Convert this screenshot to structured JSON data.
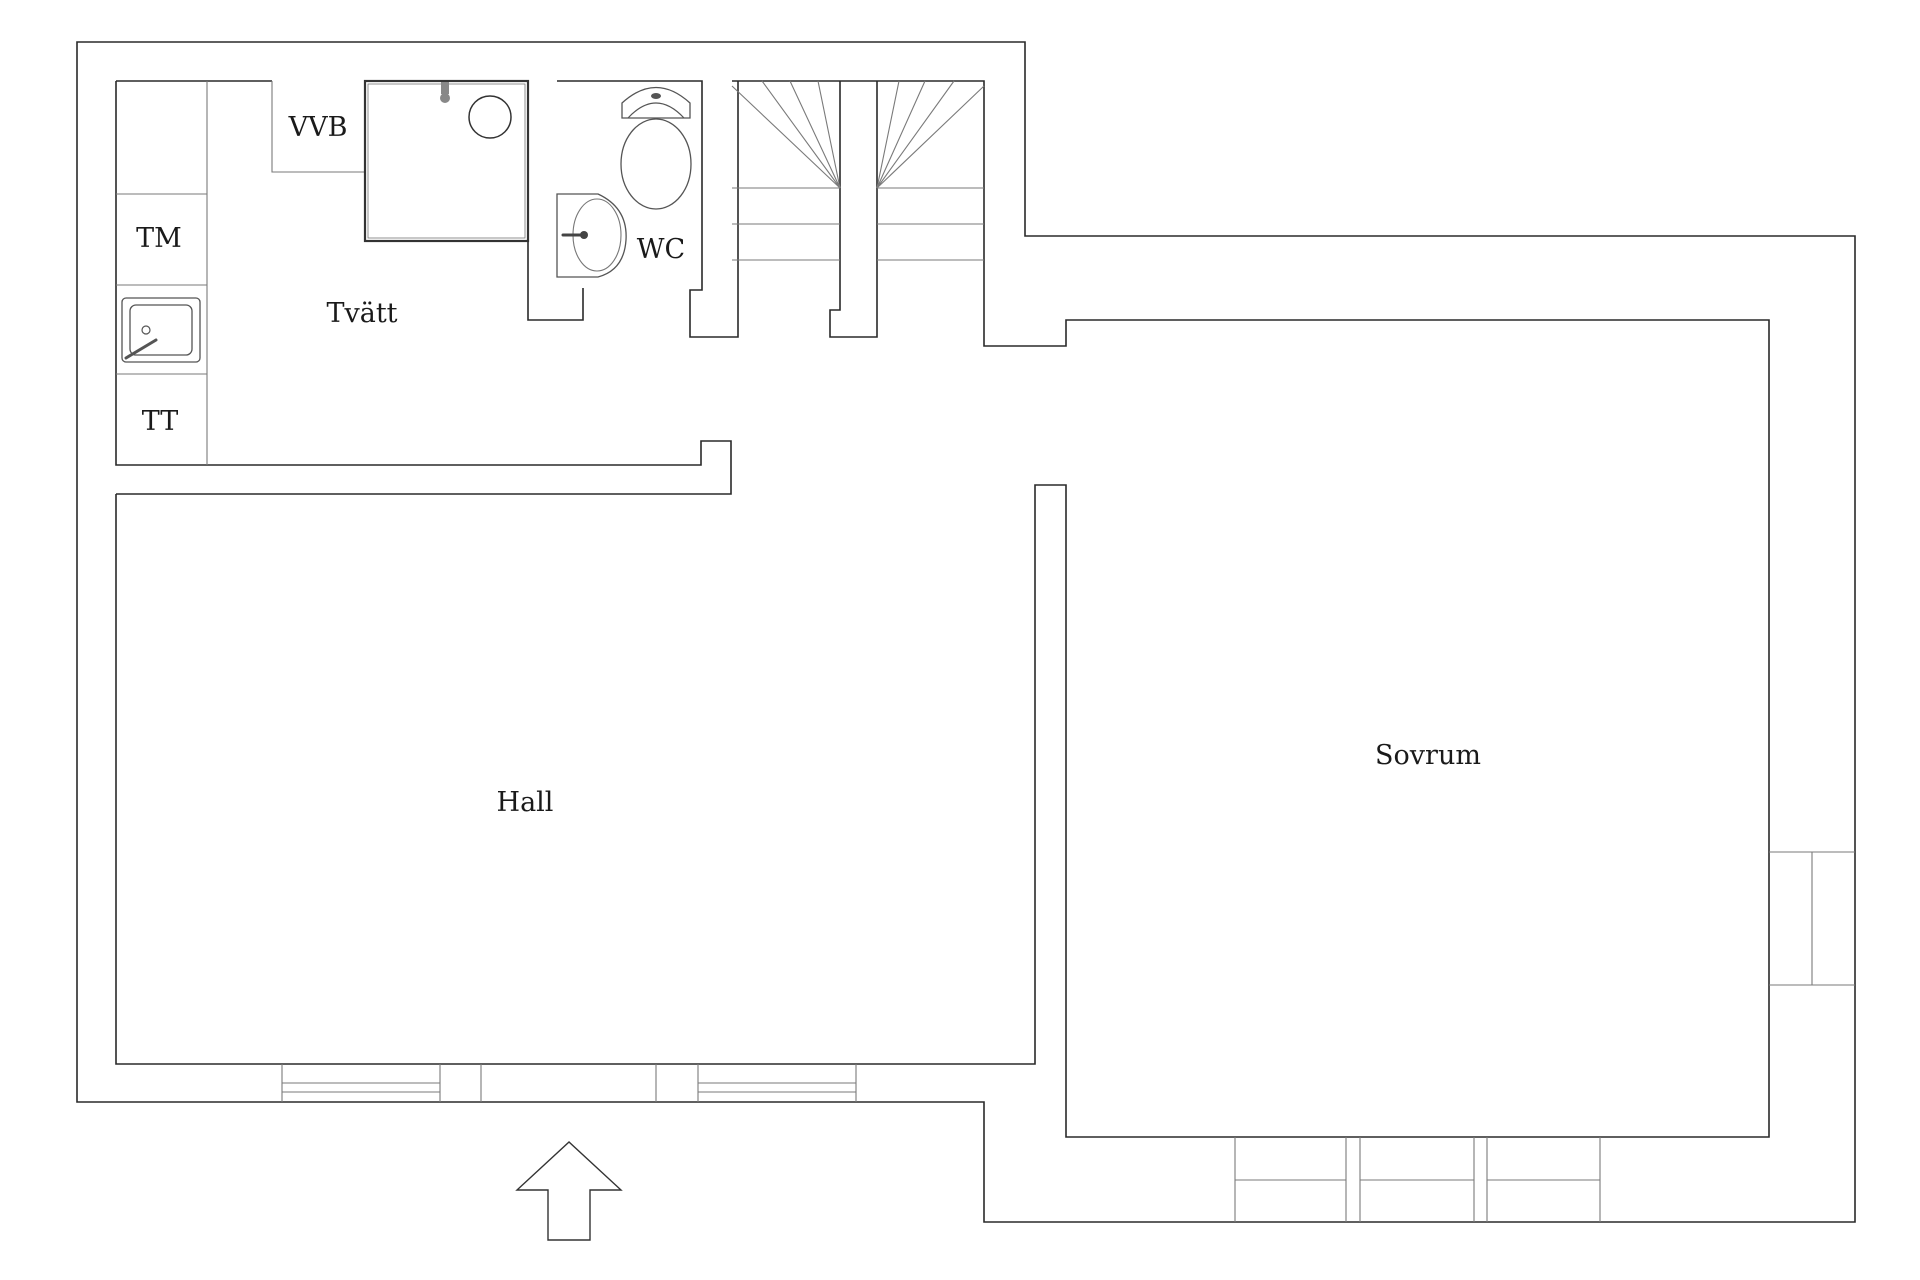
{
  "rooms": {
    "vvb": "VVB",
    "tm": "TM",
    "tt": "TT",
    "tvatt": "Tvätt",
    "wc": "WC",
    "hall": "Hall",
    "sovrum": "Sovrum"
  },
  "colors": {
    "wall": "#2a2a2a",
    "fixture": "#555555",
    "background": "#ffffff"
  },
  "icons": {
    "entrance": "arrow-up-icon",
    "sink": "sink-icon",
    "toilet": "toilet-icon",
    "washbasin": "washbasin-icon",
    "shower": "shower-icon",
    "stairs": "stairs-icon"
  }
}
